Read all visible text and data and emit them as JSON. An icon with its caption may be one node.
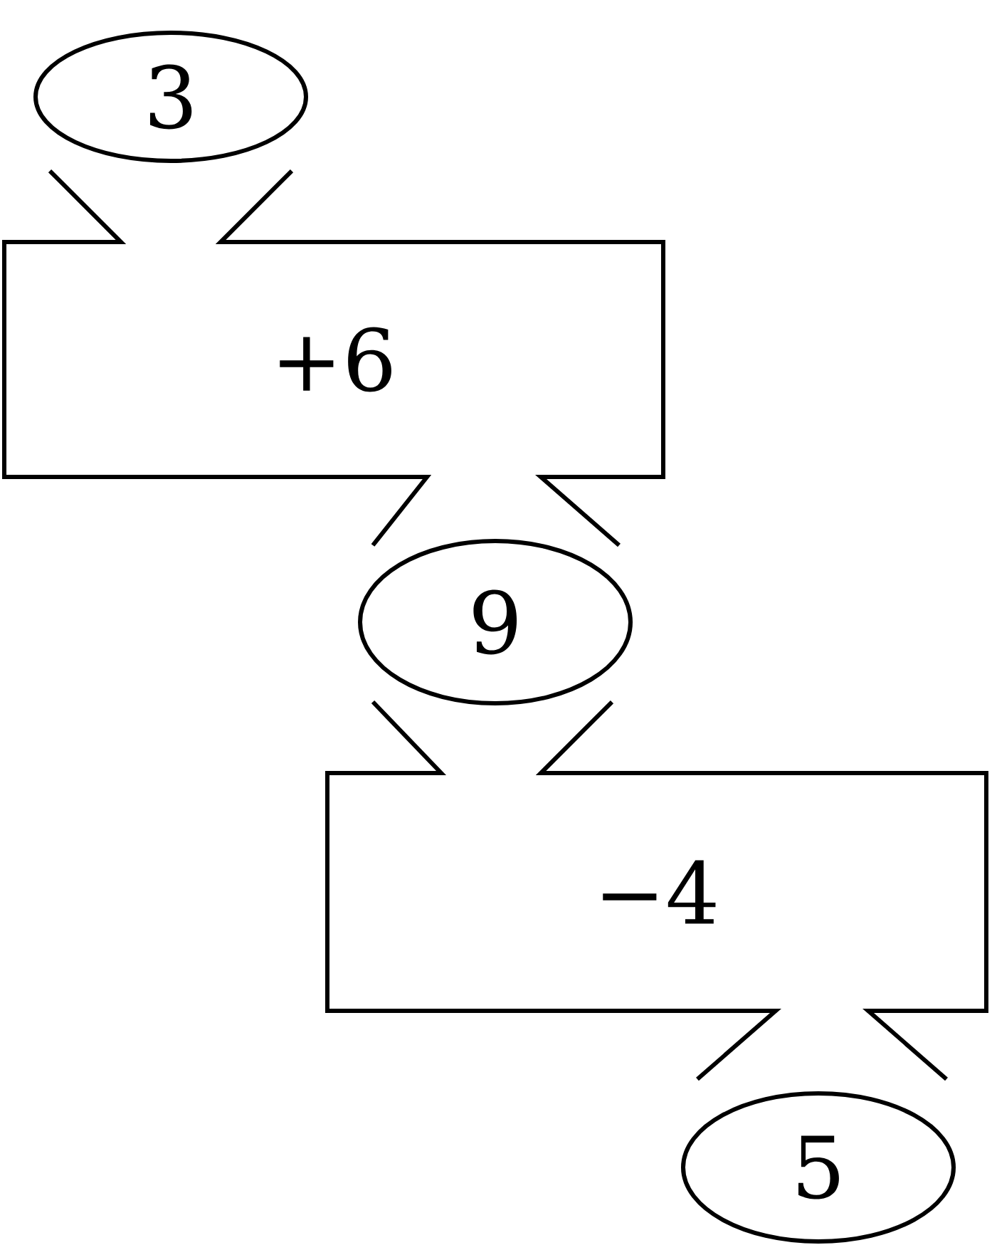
{
  "diagram": {
    "nodes": [
      {
        "text": [
          "3"
        ]
      },
      {
        "text": [
          "+6"
        ]
      },
      {
        "text": [
          "9"
        ]
      },
      {
        "text": [
          "−4"
        ]
      },
      {
        "text": [
          "5"
        ]
      }
    ]
  }
}
